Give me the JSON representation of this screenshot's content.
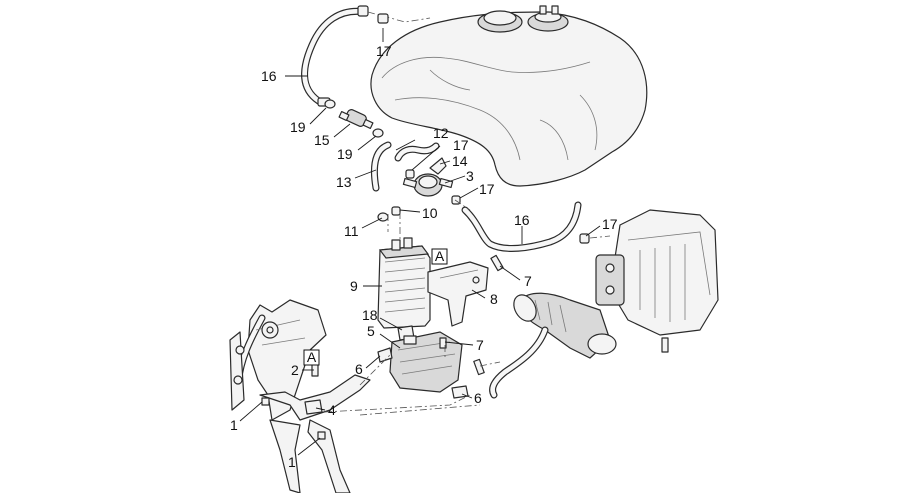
{
  "callouts": [
    {
      "id": "c16a",
      "text": "16"
    },
    {
      "id": "c17a",
      "text": "17"
    },
    {
      "id": "c19a",
      "text": "19"
    },
    {
      "id": "c15",
      "text": "15"
    },
    {
      "id": "c12",
      "text": "12"
    },
    {
      "id": "c17b",
      "text": "17"
    },
    {
      "id": "c19b",
      "text": "19"
    },
    {
      "id": "c14",
      "text": "14"
    },
    {
      "id": "c13",
      "text": "13"
    },
    {
      "id": "c3",
      "text": "3"
    },
    {
      "id": "c17c",
      "text": "17"
    },
    {
      "id": "c16b",
      "text": "16"
    },
    {
      "id": "c17d",
      "text": "17"
    },
    {
      "id": "c11",
      "text": "11"
    },
    {
      "id": "c10",
      "text": "10"
    },
    {
      "id": "c9",
      "text": "9"
    },
    {
      "id": "c7a",
      "text": "7"
    },
    {
      "id": "c8",
      "text": "8"
    },
    {
      "id": "c18",
      "text": "18"
    },
    {
      "id": "c5",
      "text": "5"
    },
    {
      "id": "c7b",
      "text": "7"
    },
    {
      "id": "c2",
      "text": "2"
    },
    {
      "id": "c6a",
      "text": "6"
    },
    {
      "id": "c6b",
      "text": "6"
    },
    {
      "id": "c4",
      "text": "4"
    },
    {
      "id": "c1a",
      "text": "1"
    },
    {
      "id": "c1b",
      "text": "1"
    }
  ],
  "reference_marks": [
    "A",
    "A"
  ]
}
